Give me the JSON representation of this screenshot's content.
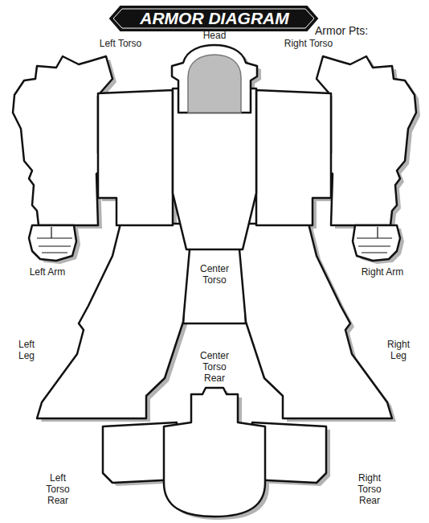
{
  "diagram": {
    "title": "ARMOR DIAGRAM",
    "labels": [
      "Armor Pts:",
      "Left Torso",
      "Head",
      "Right Torso",
      "Left Arm",
      "Center Torso",
      "Right Arm",
      "Left Leg",
      "Center Torso Rear",
      "Right Leg",
      "Left Torso Rear",
      "Right Torso Rear"
    ]
  }
}
